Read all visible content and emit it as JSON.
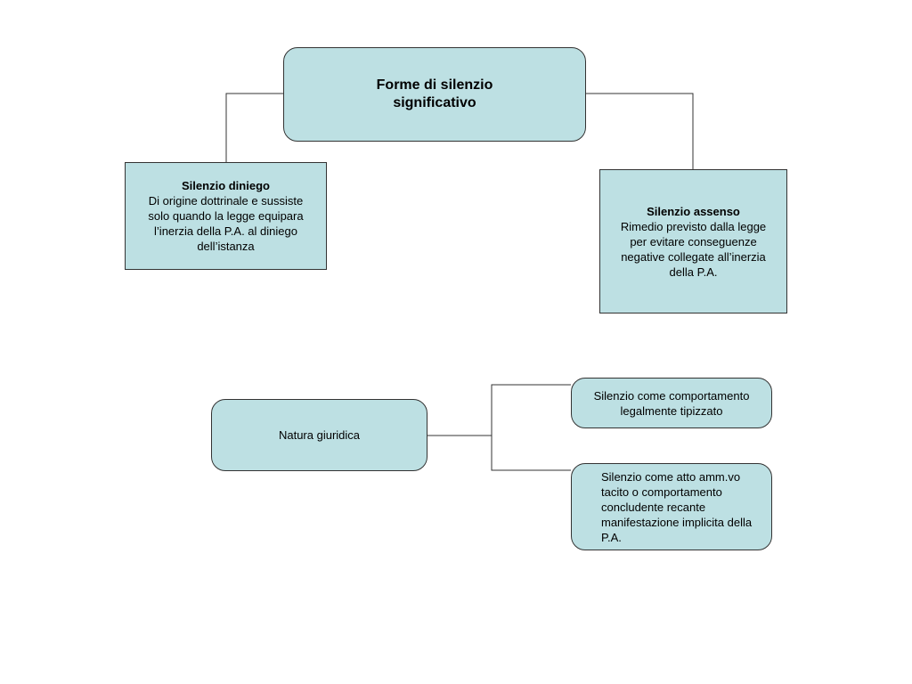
{
  "diagram": {
    "root": {
      "label": "Forme di silenzio significativo"
    },
    "left_node": {
      "heading": "Silenzio diniego",
      "body": "Di origine dottrinale e sussiste solo quando la legge equipara l’inerzia della P.A. al diniego dell’istanza"
    },
    "right_node": {
      "heading": "Silenzio assenso",
      "body": "Rimedio previsto dalla legge per evitare conseguenze negative collegate all’inerzia della P.A."
    },
    "nature_node": {
      "label": "Natura giuridica"
    },
    "nature_children": [
      {
        "label": "Silenzio come comportamento legalmente tipizzato"
      },
      {
        "label": "Silenzio come atto amm.vo tacito o comportamento concludente recante manifestazione implicita della P.A."
      }
    ],
    "colors": {
      "box_fill": "#bde0e3",
      "box_border": "#333333",
      "connector": "#333333"
    }
  }
}
